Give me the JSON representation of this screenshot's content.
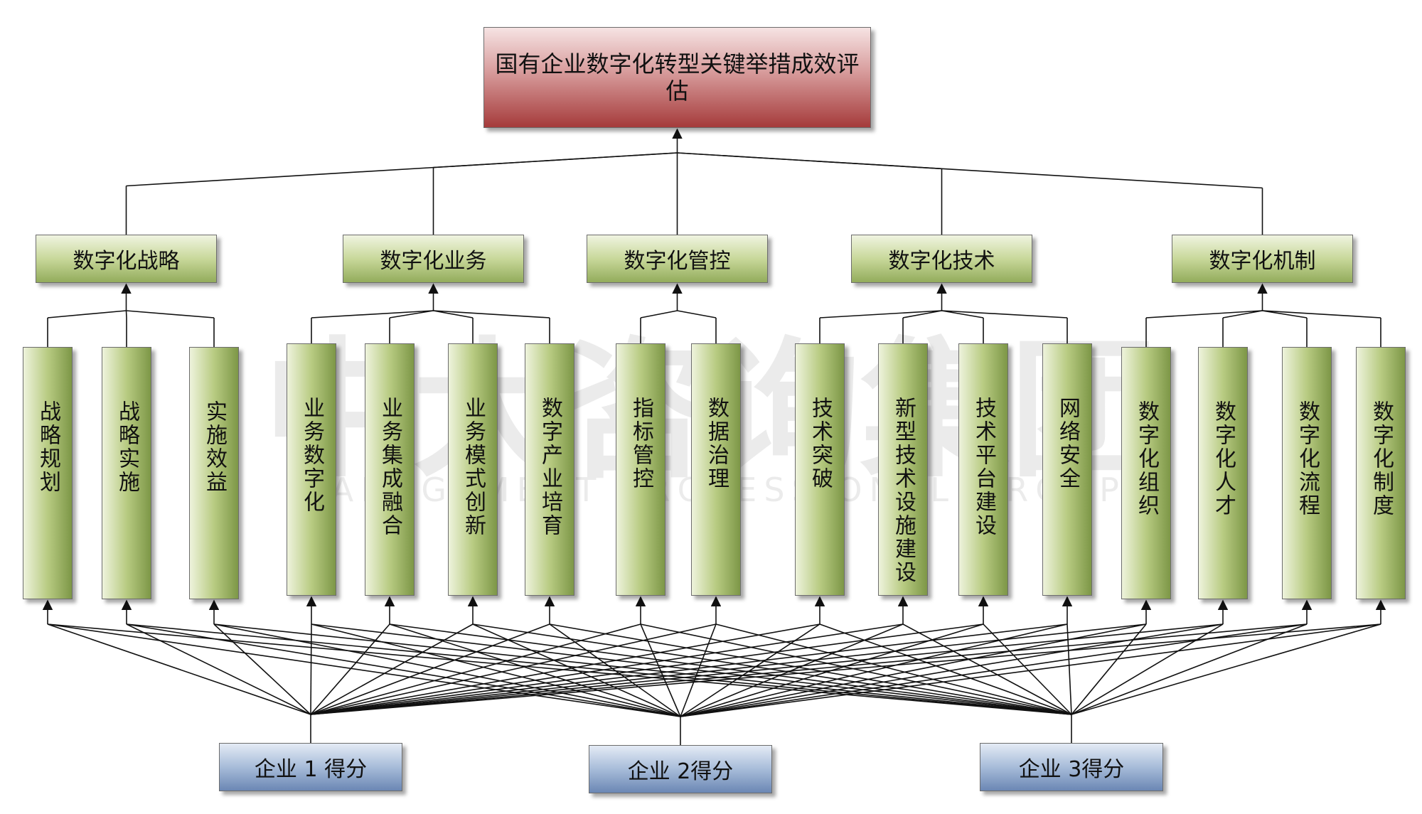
{
  "root": {
    "label": "国有企业数字化转型关键举措成效评估"
  },
  "categories": [
    {
      "label": "数字化战略",
      "items": [
        "战略规划",
        "战略实施",
        "实施效益"
      ]
    },
    {
      "label": "数字化业务",
      "items": [
        "业务数字化",
        "业务集成融合",
        "业务模式创新",
        "数字产业培育"
      ]
    },
    {
      "label": "数字化管控",
      "items": [
        "指标管控",
        "数据治理"
      ]
    },
    {
      "label": "数字化技术",
      "items": [
        "技术突破",
        "新型技术设施建设",
        "技术平台建设",
        "网络安全"
      ]
    },
    {
      "label": "数字化机制",
      "items": [
        "数字化组织",
        "数字化人才",
        "数字化流程",
        "数字化制度"
      ]
    }
  ],
  "enterprises": [
    "企业 1 得分",
    "企业 2得分",
    "企业 3得分"
  ],
  "watermark": {
    "line1": "中大咨询集团",
    "line2": "MANAGEMENT PROFESSIONAL GROUP"
  },
  "colors": {
    "root": "#b85252",
    "category": "#aec27a",
    "item": "#9fb566",
    "enterprise": "#8aa2c8",
    "line": "#111111"
  }
}
